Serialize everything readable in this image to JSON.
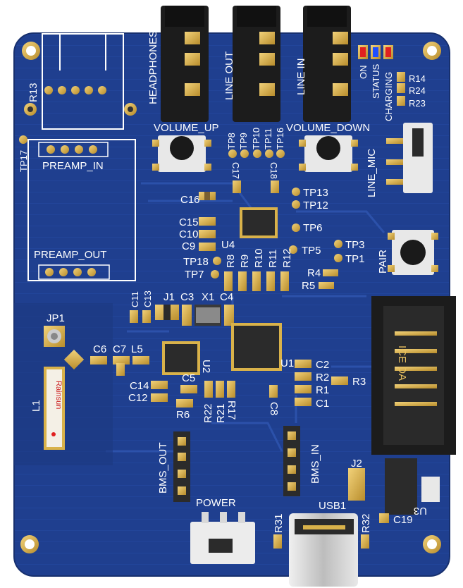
{
  "board": {
    "colors": {
      "soldermask": "#1f3f8f",
      "copper_fill": "#1b3a86",
      "trace": "#2a4fa8",
      "silkscreen": "#ffffff",
      "pad_gold": "#d9b24a",
      "ic_body": "#2b2b2b",
      "button_cap": "#1a1a1a",
      "jack_body": "#1c1c1c",
      "usb_metal": "#d8d8d8",
      "led_red": "#e02020",
      "led_blue": "#1f4fff"
    },
    "connectors": {
      "jack_headphones": "HEADPHONES",
      "jack_line_out": "LINE OUT",
      "jack_line_in": "LINE IN",
      "idc_header": "ICE DA",
      "usb": "USB1",
      "power_switch": "POWER"
    },
    "buttons": {
      "volume_up": "VOLUME_UP",
      "volume_down": "VOLUME_DOWN",
      "pair": "PAIR",
      "line_mic": "LINE_MIC"
    },
    "headers": {
      "preamp_in": "PREAMP_IN",
      "preamp_out": "PREAMP_OUT",
      "bms_out": "BMS_OUT",
      "bms_in": "BMS_IN",
      "jp1": "JP1",
      "j1": "J1",
      "j2": "J2"
    },
    "status_leds": {
      "on": "ON",
      "status": "STATUS",
      "charging": "CHARGING"
    },
    "antenna": {
      "label": "L1",
      "brand": "Rainsun"
    },
    "labels": {
      "R13": "R13",
      "R14": "R14",
      "R24": "R24",
      "R23": "R23",
      "TP17": "TP17",
      "TP8": "TP8",
      "TP9": "TP9",
      "TP10": "TP10",
      "TP11": "TP11",
      "TP16": "TP16",
      "C17": "C17",
      "C18": "C18",
      "TP13": "TP13",
      "TP12": "TP12",
      "C16": "C16",
      "C15": "C15",
      "C10": "C10",
      "C9": "C9",
      "U4": "U4",
      "TP6": "TP6",
      "TP5": "TP5",
      "TP3": "TP3",
      "TP1": "TP1",
      "TP18": "TP18",
      "TP7": "TP7",
      "R8": "R8",
      "R9": "R9",
      "R10": "R10",
      "R11": "R11",
      "R12": "R12",
      "R4": "R4",
      "R5": "R5",
      "C11": "C11",
      "C13": "C13",
      "C3": "C3",
      "X1": "X1",
      "C4": "C4",
      "C6": "C6",
      "C7": "C7",
      "L5": "L5",
      "U2": "U2",
      "U1": "U1",
      "C2": "C2",
      "R2": "R2",
      "R1": "R1",
      "C1": "C1",
      "R3": "R3",
      "C14": "C14",
      "C12": "C12",
      "C5": "C5",
      "R6": "R6",
      "R22": "R22",
      "R21": "R21",
      "R17": "R17",
      "C8": "C8",
      "U3": "U3",
      "C19": "C19",
      "R31": "R31",
      "R32": "R32"
    }
  }
}
